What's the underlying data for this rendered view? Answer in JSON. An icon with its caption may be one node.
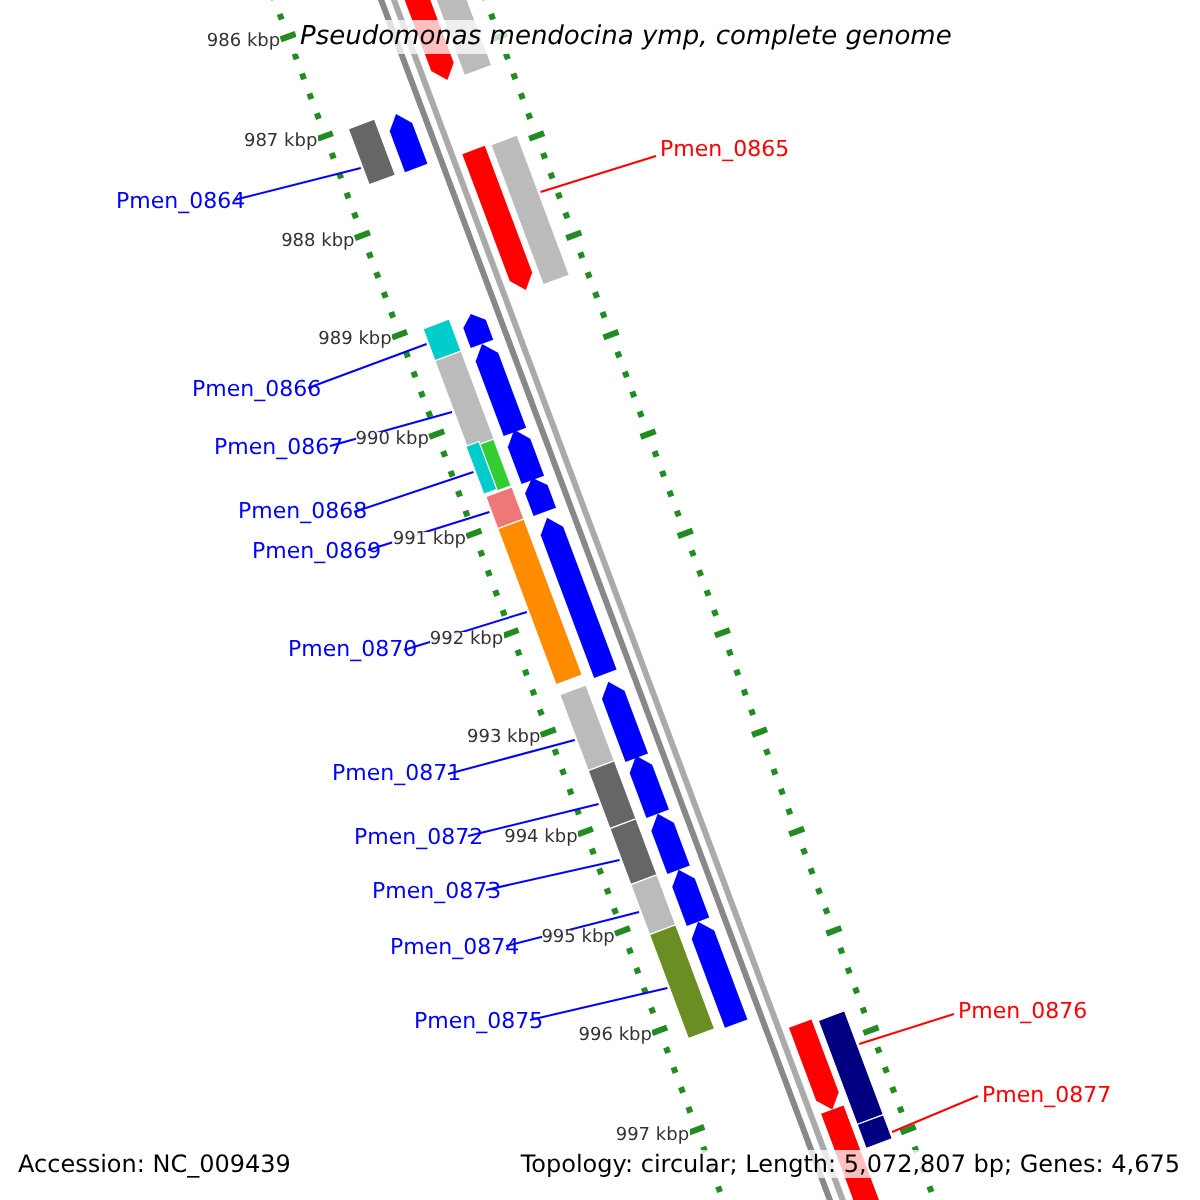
{
  "diagram": {
    "title": "Pseudomonas mendocina ymp, complete genome",
    "nodes": [
      {
        "text": [
          "Pmen_0864"
        ]
      },
      {
        "text": [
          "Pmen_0865"
        ]
      },
      {
        "text": [
          "Pmen_0866"
        ]
      },
      {
        "text": [
          "Pmen_0867"
        ]
      },
      {
        "text": [
          "Pmen_0868"
        ]
      },
      {
        "text": [
          "Pmen_0869"
        ]
      },
      {
        "text": [
          "Pmen_0870"
        ]
      },
      {
        "text": [
          "Pmen_0871"
        ]
      },
      {
        "text": [
          "Pmen_0872"
        ]
      },
      {
        "text": [
          "Pmen_0873"
        ]
      },
      {
        "text": [
          "Pmen_0874"
        ]
      },
      {
        "text": [
          "Pmen_0875"
        ]
      },
      {
        "text": [
          "Pmen_0876"
        ]
      },
      {
        "text": [
          "Pmen_0877"
        ]
      },
      {
        "text": [],
        "shape": "bar"
      },
      {
        "text": [],
        "shape": "bar"
      },
      {
        "text": [],
        "shape": "bar"
      },
      {
        "text": [],
        "shape": "bar"
      },
      {
        "text": [],
        "shape": "bar"
      },
      {
        "text": [],
        "shape": "bar"
      },
      {
        "text": [],
        "shape": "bar"
      },
      {
        "text": [],
        "shape": "bar"
      },
      {
        "text": [],
        "shape": "bar"
      },
      {
        "text": [],
        "shape": "bar"
      },
      {
        "text": [],
        "shape": "bar"
      },
      {
        "text": [],
        "shape": "bar"
      },
      {
        "text": [],
        "shape": "bar"
      },
      {
        "text": [],
        "shape": "bar"
      }
    ],
    "edges": [
      {
        "from": 0,
        "to": 14,
        "arrow": "none"
      },
      {
        "from": 1,
        "to": 15,
        "arrow": "none",
        "color": "#ff0000"
      },
      {
        "from": 2,
        "to": 16,
        "arrow": "none"
      },
      {
        "from": 3,
        "to": 17,
        "arrow": "none"
      },
      {
        "from": 4,
        "to": 18,
        "arrow": "none"
      },
      {
        "from": 5,
        "to": 19,
        "arrow": "none"
      },
      {
        "from": 6,
        "to": 20,
        "arrow": "none"
      },
      {
        "from": 7,
        "to": 21,
        "arrow": "none"
      },
      {
        "from": 8,
        "to": 22,
        "arrow": "none"
      },
      {
        "from": 9,
        "to": 23,
        "arrow": "none"
      },
      {
        "from": 10,
        "to": 24,
        "arrow": "none"
      },
      {
        "from": 11,
        "to": 25,
        "arrow": "none"
      },
      {
        "from": 12,
        "to": 26,
        "arrow": "none",
        "color": "#ff0000"
      },
      {
        "from": 13,
        "to": 27,
        "arrow": "none",
        "color": "#ff0000"
      }
    ],
    "labels": [
      "986 kbp",
      "987 kbp",
      "988 kbp",
      "989 kbp",
      "990 kbp",
      "991 kbp",
      "992 kbp",
      "993 kbp",
      "994 kbp",
      "995 kbp",
      "996 kbp",
      "997 kbp",
      "Accession: NC_009439",
      "Topology: circular; Length: 5,072,807 bp; Genes: 4,675"
    ]
  }
}
